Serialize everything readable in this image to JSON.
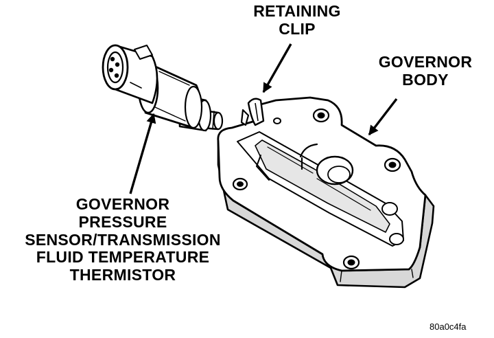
{
  "labels": {
    "retaining_clip": [
      "RETAINING",
      "CLIP"
    ],
    "governor_body": [
      "GOVERNOR",
      "BODY"
    ],
    "sensor": [
      "GOVERNOR",
      "PRESSURE",
      "SENSOR/TRANSMISSION",
      "FLUID TEMPERATURE",
      "THERMISTOR"
    ]
  },
  "figure_code": "80a0c4fa",
  "colors": {
    "ink": "#000000",
    "paper": "#ffffff"
  }
}
